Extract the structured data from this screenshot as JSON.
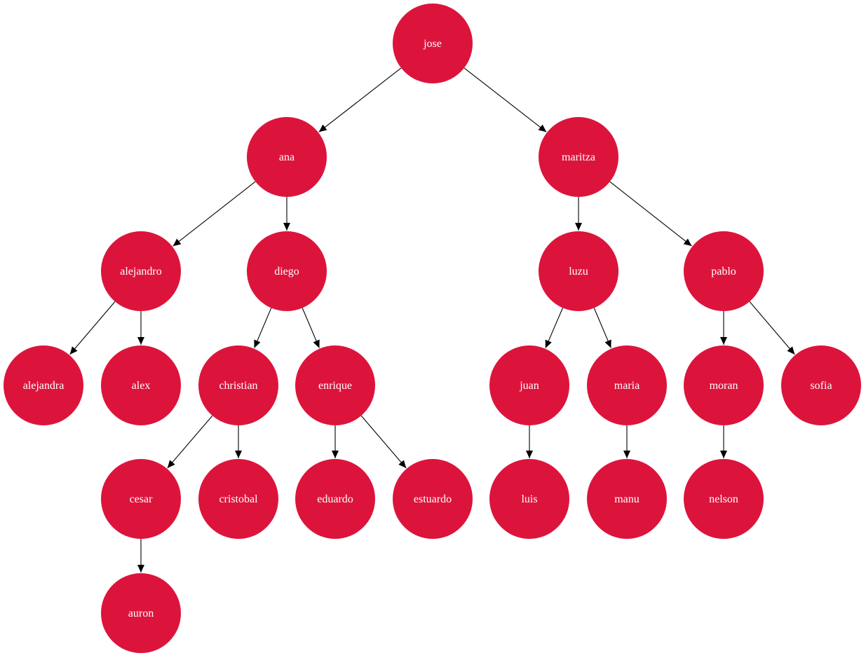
{
  "colors": {
    "node_fill": "#dc143c",
    "node_text": "#ffffff",
    "edge": "#000000",
    "background": "#ffffff"
  },
  "nodes": [
    {
      "id": "jose",
      "label": "jose"
    },
    {
      "id": "ana",
      "label": "ana"
    },
    {
      "id": "maritza",
      "label": "maritza"
    },
    {
      "id": "alejandro",
      "label": "alejandro"
    },
    {
      "id": "diego",
      "label": "diego"
    },
    {
      "id": "luzu",
      "label": "luzu"
    },
    {
      "id": "pablo",
      "label": "pablo"
    },
    {
      "id": "alejandra",
      "label": "alejandra"
    },
    {
      "id": "alex",
      "label": "alex"
    },
    {
      "id": "christian",
      "label": "christian"
    },
    {
      "id": "enrique",
      "label": "enrique"
    },
    {
      "id": "juan",
      "label": "juan"
    },
    {
      "id": "maria",
      "label": "maria"
    },
    {
      "id": "moran",
      "label": "moran"
    },
    {
      "id": "sofia",
      "label": "sofia"
    },
    {
      "id": "cesar",
      "label": "cesar"
    },
    {
      "id": "cristobal",
      "label": "cristobal"
    },
    {
      "id": "eduardo",
      "label": "eduardo"
    },
    {
      "id": "estuardo",
      "label": "estuardo"
    },
    {
      "id": "luis",
      "label": "luis"
    },
    {
      "id": "manu",
      "label": "manu"
    },
    {
      "id": "nelson",
      "label": "nelson"
    },
    {
      "id": "auron",
      "label": "auron"
    }
  ],
  "edges": [
    {
      "from": "jose",
      "to": "ana"
    },
    {
      "from": "jose",
      "to": "maritza"
    },
    {
      "from": "ana",
      "to": "alejandro"
    },
    {
      "from": "ana",
      "to": "diego"
    },
    {
      "from": "maritza",
      "to": "luzu"
    },
    {
      "from": "maritza",
      "to": "pablo"
    },
    {
      "from": "alejandro",
      "to": "alejandra"
    },
    {
      "from": "alejandro",
      "to": "alex"
    },
    {
      "from": "diego",
      "to": "christian"
    },
    {
      "from": "diego",
      "to": "enrique"
    },
    {
      "from": "luzu",
      "to": "juan"
    },
    {
      "from": "luzu",
      "to": "maria"
    },
    {
      "from": "pablo",
      "to": "moran"
    },
    {
      "from": "pablo",
      "to": "sofia"
    },
    {
      "from": "christian",
      "to": "cesar"
    },
    {
      "from": "christian",
      "to": "cristobal"
    },
    {
      "from": "enrique",
      "to": "eduardo"
    },
    {
      "from": "enrique",
      "to": "estuardo"
    },
    {
      "from": "juan",
      "to": "luis"
    },
    {
      "from": "maria",
      "to": "manu"
    },
    {
      "from": "moran",
      "to": "nelson"
    },
    {
      "from": "cesar",
      "to": "auron"
    }
  ]
}
